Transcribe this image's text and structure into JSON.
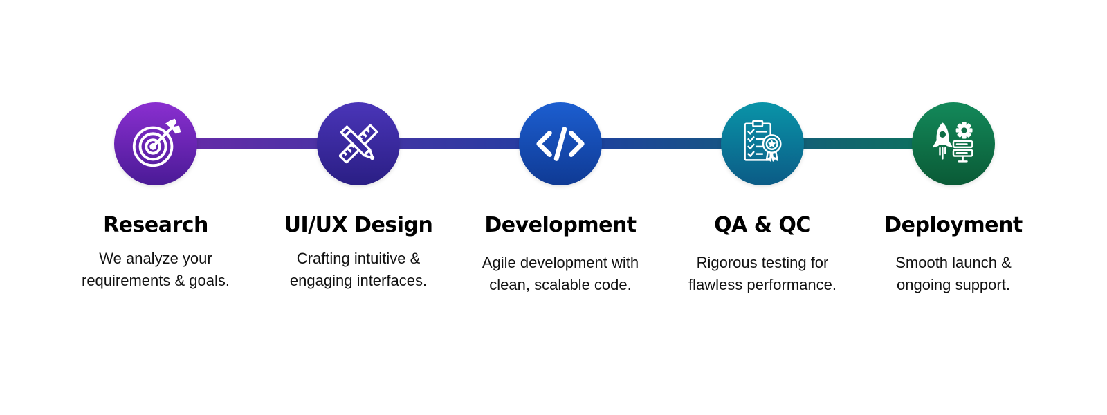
{
  "colors": {
    "background": "#ffffff",
    "title_text": "#000000",
    "desc_text": "#111111",
    "line_start": "#6b2aa8",
    "line_mid": "#1f3fa0",
    "line_end": "#0a7a52"
  },
  "steps": [
    {
      "icon": "target-arrow-icon",
      "color_top": "#8a2fd0",
      "color_bottom": "#4a1a96",
      "title": "Research",
      "desc": "We analyze your\nrequirements & goals."
    },
    {
      "icon": "pencil-ruler-icon",
      "color_top": "#4a35b8",
      "color_bottom": "#2a1e84",
      "title": "UI/UX Design",
      "desc": "Crafting intuitive &\nengaging interfaces."
    },
    {
      "icon": "code-icon",
      "color_top": "#1c5ed0",
      "color_bottom": "#0f3a94",
      "title": "Development",
      "desc": "Agile development with\nclean, scalable code."
    },
    {
      "icon": "checklist-badge-icon",
      "color_top": "#0a94a8",
      "color_bottom": "#0b5b86",
      "title": "QA & QC",
      "desc": "Rigorous testing for\nflawless performance."
    },
    {
      "icon": "rocket-gear-icon",
      "color_top": "#13895a",
      "color_bottom": "#0a5a36",
      "title": "Deployment",
      "desc": "Smooth launch &\nongoing support."
    }
  ]
}
